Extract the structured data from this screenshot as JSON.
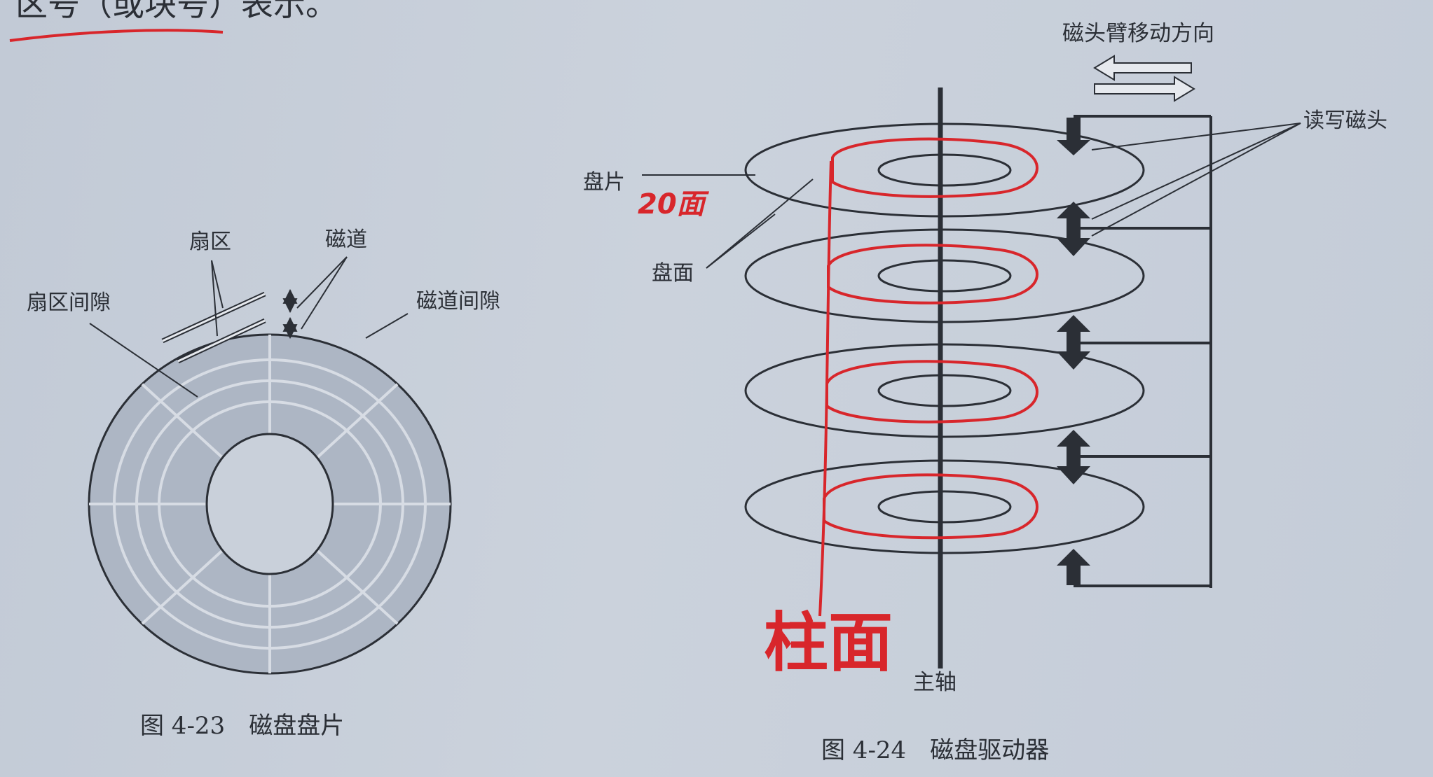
{
  "top_text": "区号（或块号）表示。",
  "figure_left": {
    "caption": "图 4-23　磁盘盘片",
    "labels": {
      "sector": "扇区",
      "track": "磁道",
      "sector_gap": "扇区间隙",
      "track_gap": "磁道间隙"
    }
  },
  "figure_right": {
    "caption": "图 4-24　磁盘驱动器",
    "labels": {
      "arm_direction": "磁头臂移动方向",
      "rw_head": "读写磁头",
      "platter": "盘片",
      "surface": "盘面",
      "spindle": "主轴"
    },
    "handwritten": {
      "note1": "20面",
      "note2": "柱面"
    }
  },
  "colors": {
    "ink": "#2b2f36",
    "pen_red": "#d8262b",
    "platter_fill": "#adb6c4"
  }
}
